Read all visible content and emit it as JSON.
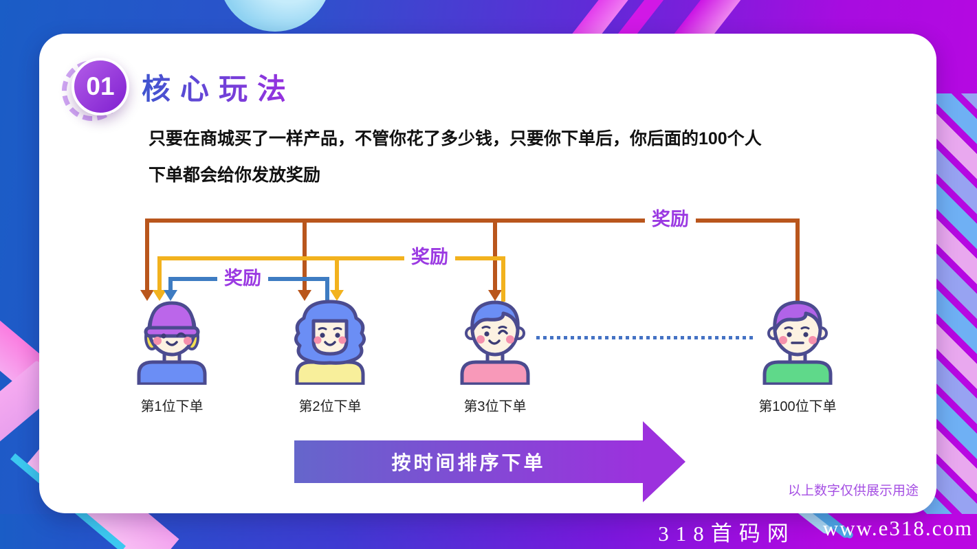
{
  "page": {
    "badge": "01",
    "title": "核心玩法",
    "paragraph_line1": "只要在商城买了一样产品，不管你花了多少钱，只要你下单后，你后面的100个人",
    "paragraph_line2": "下单都会给你发放奖励",
    "note": "以上数字仅供展示用途",
    "timeline_arrow_label": "按时间排序下单",
    "watermark": {
      "site": "318首码网",
      "url": "www.e318.com"
    }
  },
  "diagram": {
    "reward_label": "奖励",
    "persons": [
      {
        "label": "第1位下单",
        "hair": "#bb66ea",
        "side_hair": "#f3e052",
        "shirt": "#6b8ef5"
      },
      {
        "label": "第2位下单",
        "hair": "#6b8ef5",
        "shirt": "#f8ef9b"
      },
      {
        "label": "第3位下单",
        "hair": "#6b8ef5",
        "shirt": "#f899b9"
      },
      {
        "label": "第100位下单",
        "hair": "#b163e8",
        "shirt": "#5fd98a"
      }
    ],
    "reward_flows": [
      {
        "from": "第2位下单",
        "to": [
          "第1位下单"
        ],
        "color": "#3e7cc2"
      },
      {
        "from": "第3位下单",
        "to": [
          "第1位下单",
          "第2位下单"
        ],
        "color": "#f2b21e"
      },
      {
        "from": "第100位下单",
        "to": [
          "第1位下单",
          "第2位下单",
          "第3位下单"
        ],
        "color": "#b9561c"
      }
    ]
  },
  "colors": {
    "orange_arrow": "#b9561c",
    "yellow_arrow": "#f2b21e",
    "blue_arrow": "#3e7cc2",
    "reward_text": "#9b3ae2",
    "dotted_line": "#4472c4",
    "title_gradient_start": "#3f55cf",
    "title_gradient_end": "#9c2fe0",
    "badge_gradient_start": "#b35de8",
    "badge_gradient_end": "#7f1fd0",
    "timeline_start": "#6566cb",
    "timeline_end": "#9c31dd",
    "note_text": "#a54fe3",
    "body_text": "#111111",
    "outline": "#4b4b8f",
    "skin": "#fdf2e2",
    "cheek": "#f590ac",
    "feature": "#3c3c74"
  }
}
